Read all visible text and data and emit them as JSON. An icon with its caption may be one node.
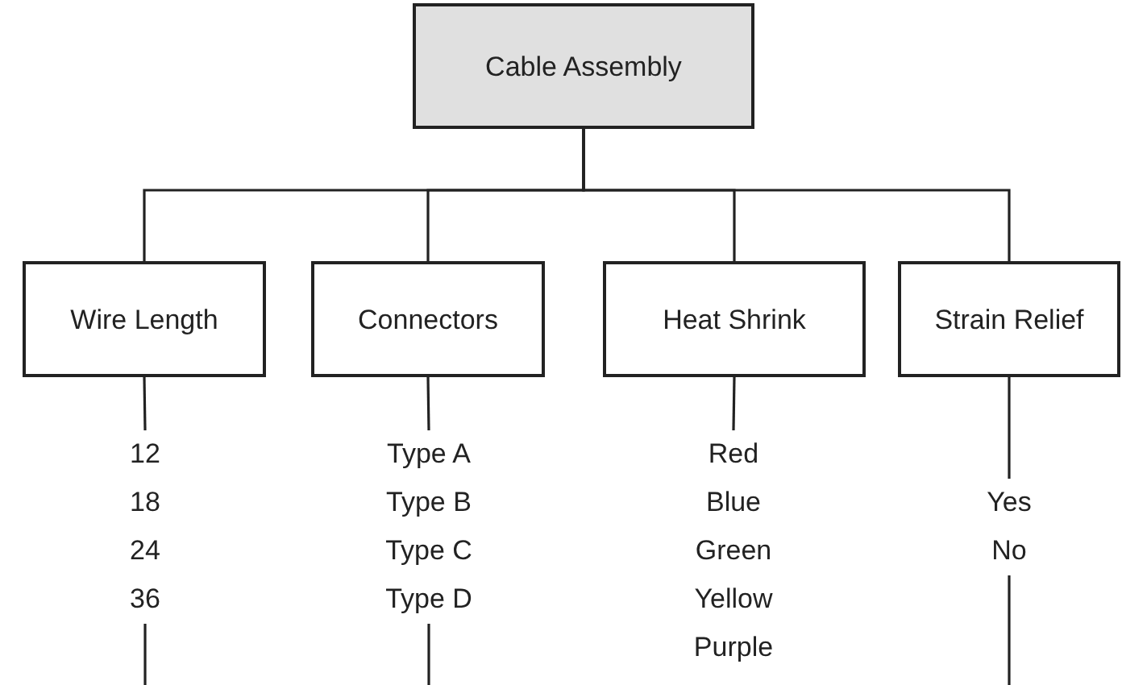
{
  "diagram": {
    "nodes": [
      {
        "text": [
          "Cable Assembly"
        ]
      },
      {
        "text": [
          "Wire Length"
        ]
      },
      {
        "text": [
          "Connectors"
        ]
      },
      {
        "text": [
          "Heat Shrink"
        ]
      },
      {
        "text": [
          "Strain Relief"
        ]
      },
      {
        "text": [
          "12",
          "18",
          "24",
          "36"
        ]
      },
      {
        "text": [
          "Type A",
          "Type B",
          "Type C",
          "Type D"
        ]
      },
      {
        "text": [
          "Red",
          "Blue",
          "Green",
          "Yellow",
          "Purple"
        ]
      },
      {
        "text": [
          "Yes",
          "No"
        ]
      }
    ],
    "edges": [
      {
        "from": 0,
        "to": 1,
        "arrow": "none"
      },
      {
        "from": 0,
        "to": 2,
        "arrow": "none"
      },
      {
        "from": 0,
        "to": 3,
        "arrow": "none"
      },
      {
        "from": 0,
        "to": 4,
        "arrow": "none"
      },
      {
        "from": 1,
        "to": 5,
        "arrow": "none"
      },
      {
        "from": 2,
        "to": 6,
        "arrow": "none"
      },
      {
        "from": 3,
        "to": 7,
        "arrow": "none"
      },
      {
        "from": 4,
        "to": 8,
        "arrow": "none"
      },
      {
        "from": 5,
        "to": null,
        "arrow": "none"
      },
      {
        "from": 6,
        "to": null,
        "arrow": "none"
      },
      {
        "from": 8,
        "to": null,
        "arrow": "none"
      }
    ]
  }
}
